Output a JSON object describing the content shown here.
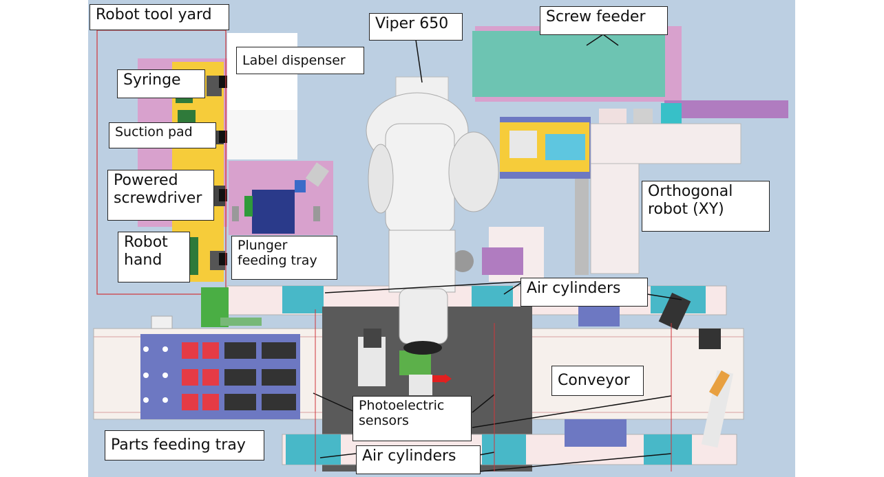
{
  "colors": {
    "background": "#bccfe2",
    "label_bg": "#ffffff",
    "label_border": "#222222",
    "tool_yard_border": "#d0353a",
    "screw_feeder": "#6dc4b2",
    "magenta_panel": "#d8a1cd",
    "conveyor_belt": "#f6f0ec",
    "tray_blue": "#6d78c2",
    "part_red": "#e53b45",
    "robot_white": "#f0f0f0",
    "yellow_plate": "#f6cc3a",
    "green_part": "#35a04a"
  },
  "labels": {
    "robot_tool_yard": "Robot tool yard",
    "label_dispenser": "Label dispenser",
    "viper_650": "Viper 650",
    "screw_feeder": "Screw feeder",
    "syringe": "Syringe",
    "suction_pad": "Suction pad",
    "powered_screwdriver": "Powered\nscrewdriver",
    "orthogonal_robot": "Orthogonal\nrobot (XY)",
    "robot_hand": "Robot\nhand",
    "plunger_feeding_tray": "Plunger\nfeeding tray",
    "air_cylinders_top": "Air cylinders",
    "conveyor": "Conveyor",
    "photoelectric_sensors": "Photoelectric\nsensors",
    "parts_feeding_tray": "Parts feeding tray",
    "air_cylinders_bottom": "Air cylinders"
  }
}
